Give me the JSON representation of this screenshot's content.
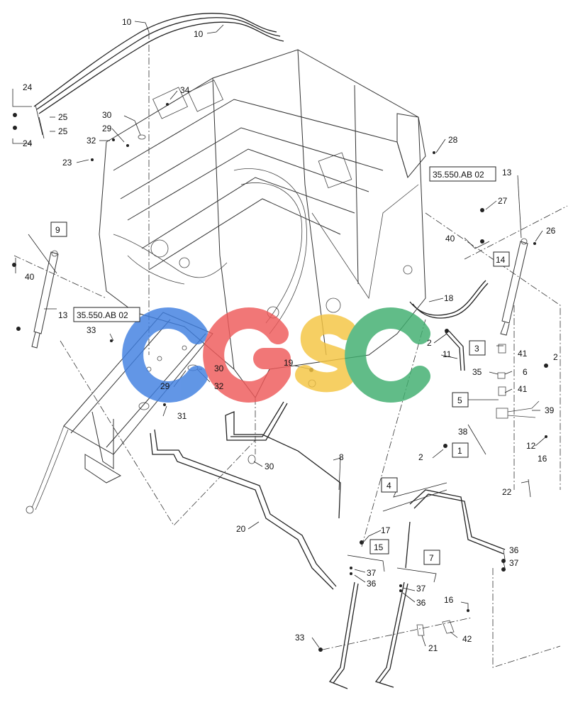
{
  "diagram": {
    "ref_boxes": {
      "ref_left": "35.550.AB 02",
      "ref_right": "35.550.AB 02"
    },
    "boxed_items": {
      "b1": "1",
      "b3": "3",
      "b4": "4",
      "b5": "5",
      "b7": "7",
      "b9": "9",
      "b14": "14",
      "b15": "15"
    },
    "callouts": {
      "c10a": "10",
      "c10b": "10",
      "c24a": "24",
      "c24b": "24",
      "c25a": "25",
      "c25b": "25",
      "c34": "34",
      "c30a": "30",
      "c29a": "29",
      "c32a": "32",
      "c23": "23",
      "c28": "28",
      "c13a": "13",
      "c27": "27",
      "c26": "26",
      "c40a": "40",
      "c40b": "40",
      "c13b": "13",
      "c33a": "33",
      "c18": "18",
      "c2a": "2",
      "c11": "11",
      "c41a": "41",
      "c2b": "2",
      "c35": "35",
      "c6": "6",
      "c41b": "41",
      "c39": "39",
      "c38": "38",
      "c2c": "2",
      "c12": "12",
      "c16a": "16",
      "c22": "22",
      "c19": "19",
      "c30b": "30",
      "c29b": "29",
      "c32b": "32",
      "c31": "31",
      "c30c": "30",
      "c8": "8",
      "c20": "20",
      "c17": "17",
      "c37a": "37",
      "c36a": "36",
      "c36b": "36",
      "c37b": "37",
      "c37c": "37",
      "c36c": "36",
      "c16b": "16",
      "c33b": "33",
      "c21": "21",
      "c42": "42"
    },
    "watermark": "CGSC",
    "watermark_colors": [
      "#3f7fe0",
      "#ef5a5a",
      "#f5c542",
      "#3fae6e"
    ]
  }
}
